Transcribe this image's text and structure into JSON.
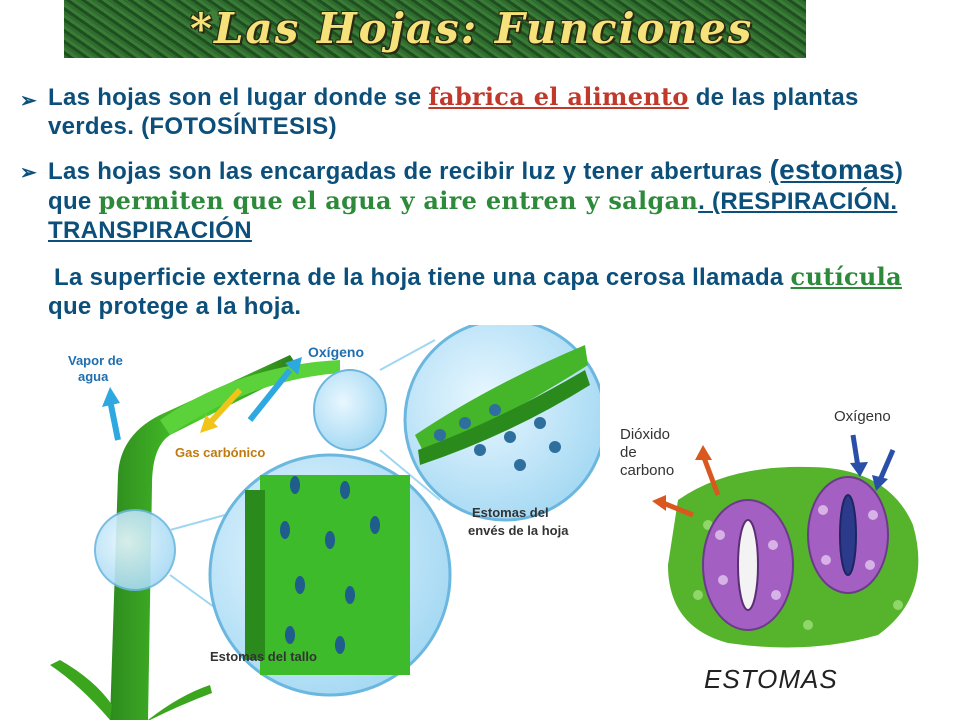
{
  "title": "*Las Hojas: Funciones",
  "bullet_glyph": "➢",
  "paragraphs": {
    "p1": {
      "a": "Las hojas son el lugar donde se ",
      "b": "fabrica el alimento",
      "c": " de las plantas verdes. (FOTOSÍNTESIS)"
    },
    "p2": {
      "a": "Las hojas son las encargadas de recibir luz y tener aberturas ",
      "b": "(estomas",
      "c": ") que ",
      "d": "permiten que el agua y aire entren y salgan",
      "e": ". (RESPIRACIÓN. TRANSPIRACIÓN"
    },
    "p3": {
      "a": "La superficie externa de la hoja tiene una capa cerosa llamada ",
      "b": "cutícula ",
      "c": "que protege a la hoja."
    }
  },
  "figure_left": {
    "labels": {
      "vapor": "Vapor de agua",
      "oxigeno": "Oxígeno",
      "gas": "Gas carbónico",
      "estomas_hoja": "Estomas del envés de la hoja",
      "estomas_tallo": "Estomas del tallo"
    }
  },
  "figure_right": {
    "labels": {
      "dioxido": "Dióxido de carbono",
      "oxigeno": "Oxígeno"
    }
  },
  "caption": "ESTOMAS",
  "colors": {
    "text_blue": "#0b4f7a",
    "accent_red": "#c0392b",
    "accent_green": "#2d8a3a",
    "title_yellow": "#f6e27a",
    "banner_green": "#285a27"
  }
}
